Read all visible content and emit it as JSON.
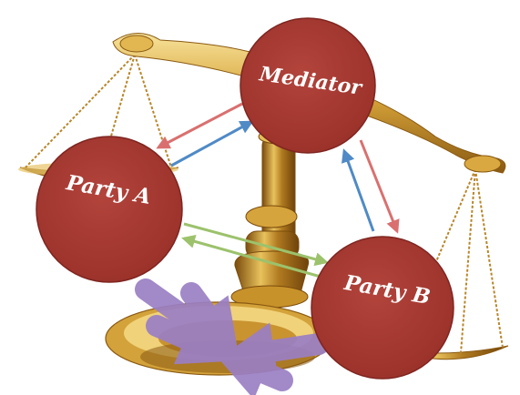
{
  "diagram": {
    "nodes": {
      "mediator": {
        "label": "Mediator"
      },
      "party_a": {
        "label": "Party A"
      },
      "party_b": {
        "label": "Party B"
      }
    },
    "colors": {
      "node_fill": "#a63a33",
      "node_stroke": "#7e2520",
      "arrow_red": "#d9706f",
      "arrow_blue": "#4f8ac6",
      "arrow_green": "#9cc26c",
      "arrow_purple": "#9b7fc4",
      "scale_gold": "#c9962b",
      "scale_gold_light": "#f0d27a",
      "scale_gold_dark": "#8a5a12"
    },
    "background_icon": "balance-scale-icon"
  }
}
